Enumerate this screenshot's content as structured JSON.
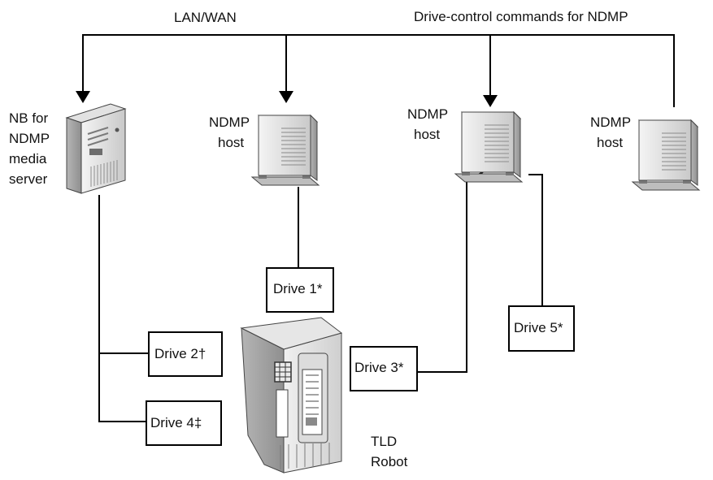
{
  "diagram": {
    "network_label": "LAN/WAN",
    "commands_label": "Drive-control commands for NDMP",
    "media_server_label": [
      "NB for",
      "NDMP",
      "media",
      "server"
    ],
    "ndmp_host_1_label": [
      "NDMP",
      "host"
    ],
    "ndmp_host_2_label": [
      "NDMP",
      "host"
    ],
    "ndmp_host_3_label": [
      "NDMP",
      "host"
    ],
    "drives": {
      "drive1": "Drive 1*",
      "drive2": "Drive 2†",
      "drive3": "Drive 3*",
      "drive4": "Drive 4‡",
      "drive5": "Drive 5*"
    },
    "robot_label": [
      "TLD",
      "Robot"
    ]
  }
}
